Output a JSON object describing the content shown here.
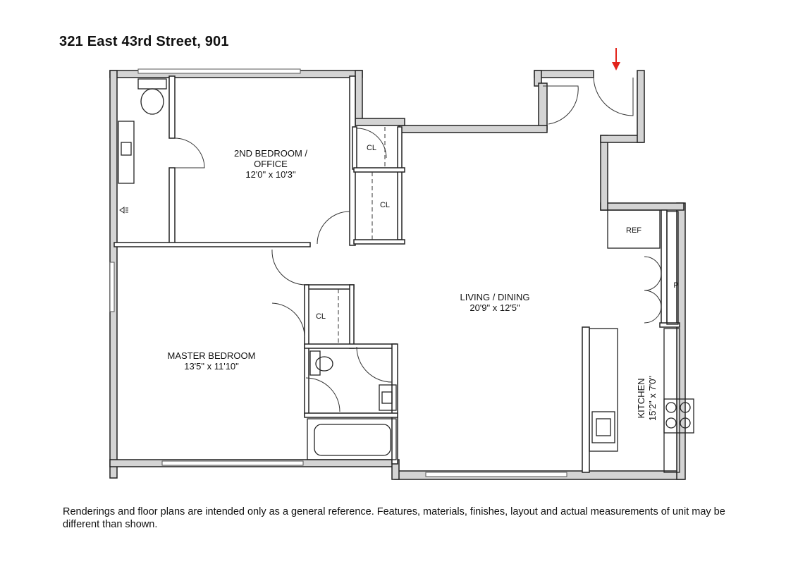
{
  "title": "321 East 43rd Street, 901",
  "rooms": {
    "second_bedroom": {
      "name_line1": "2ND BEDROOM /",
      "name_line2": "OFFICE",
      "dims": "12'0\" x 10'3\""
    },
    "living": {
      "name": "LIVING / DINING",
      "dims": "20'9\" x 12'5\""
    },
    "master": {
      "name": "MASTER BEDROOM",
      "dims": "13'5\" x 11'10\""
    },
    "kitchen": {
      "name": "KITCHEN",
      "dims": "15'2\" x 7'0\""
    }
  },
  "labels": {
    "closet": "CL",
    "refrigerator": "REF",
    "pantry": "P"
  },
  "entry_arrow_color": "#e2231a",
  "disclaimer": "Renderings and floor plans are intended only as a general reference. Features, materials, finishes, layout and actual measurements of unit may be different than shown."
}
